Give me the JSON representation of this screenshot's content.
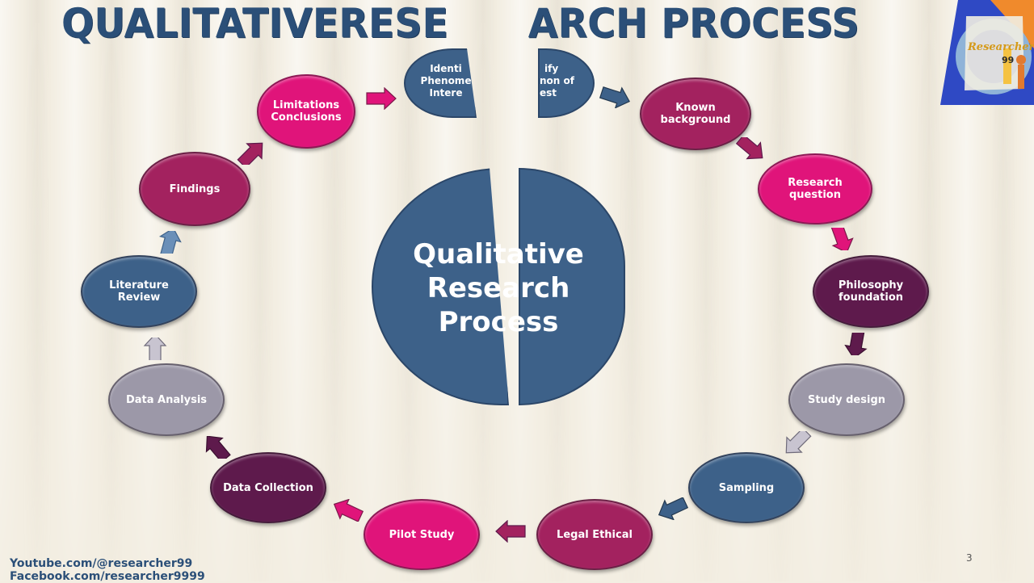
{
  "slide": {
    "title_left": "QUALITATIVERESE",
    "title_right": "ARCH PROCESS",
    "center_lines": [
      "Qualitative",
      "Research",
      "Process"
    ],
    "identify_left": [
      "Identi",
      "Phenome",
      "Intere"
    ],
    "identify_right": [
      "ify",
      "non of",
      "est"
    ],
    "nodes": {
      "known_background": "Known background",
      "research_question": "Research question",
      "philosophy_foundation": "Philosophy foundation",
      "study_design": "Study design",
      "sampling": "Sampling",
      "legal_ethical": "Legal Ethical",
      "pilot_study": "Pilot Study",
      "data_collection": "Data Collection",
      "data_analysis": "Data Analysis",
      "literature_review": "Literature Review",
      "findings": "Findings",
      "limitations_conclusions": "Limitations Conclusions"
    },
    "logo_text": "Researcher",
    "logo_num": "99",
    "footer_youtube": "Youtube.com/@researcher99",
    "footer_facebook": "Facebook.com/researcher9999",
    "page_number": "3"
  },
  "colors": {
    "blue": "#3d6189",
    "magenta": "#e0147a",
    "plum": "#a3225f",
    "dark_plum": "#5e1a4c",
    "grey": "#9c98a8",
    "title": "#2b4f78"
  }
}
